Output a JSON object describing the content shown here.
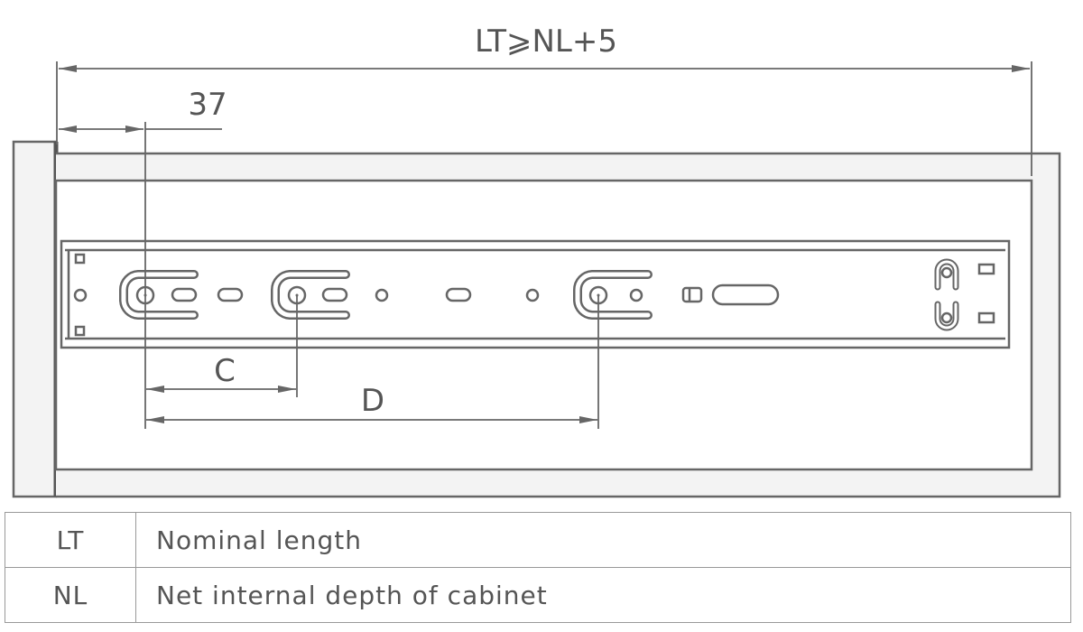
{
  "dimensions": {
    "overall": "LT⩾NL+5",
    "offset": "37",
    "hole_spacing_c": "C",
    "hole_spacing_d": "D"
  },
  "legend": [
    {
      "abbr": "LT",
      "meaning": "Nominal length"
    },
    {
      "abbr": "NL",
      "meaning": "Net internal depth of cabinet"
    }
  ],
  "colors": {
    "line": "#666666",
    "text": "#555555",
    "panel": "#f3f3f3"
  }
}
